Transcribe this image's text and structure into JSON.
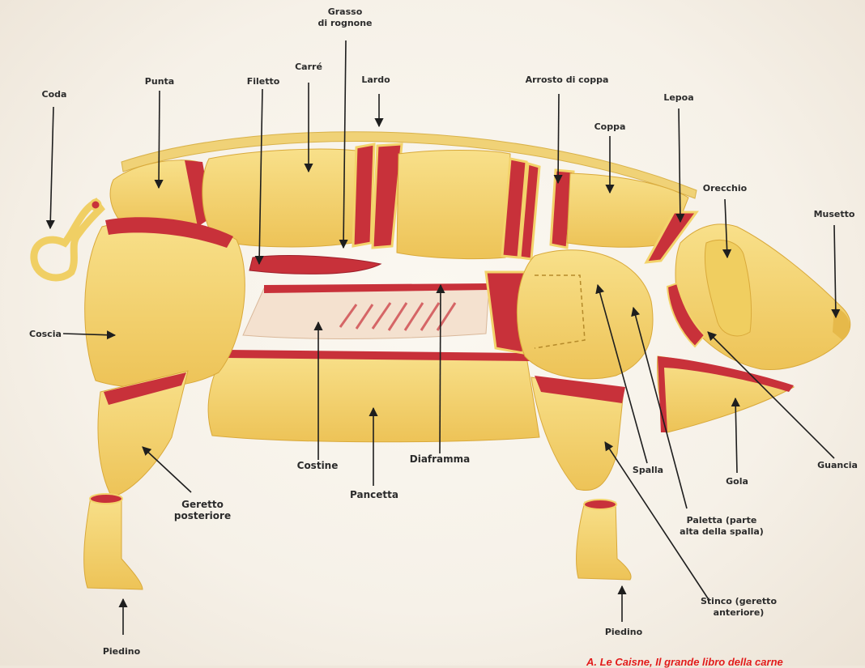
{
  "labels": {
    "grasso": "Grasso\ndi rognone",
    "carre": "Carré",
    "lardo": "Lardo",
    "coda": "Coda",
    "punta": "Punta",
    "filetto": "Filetto",
    "arrosto": "Arrosto di coppa",
    "lepoa": "Lepoa",
    "coppa": "Coppa",
    "orecchio": "Orecchio",
    "musetto": "Musetto",
    "coscia": "Coscia",
    "guancia": "Guancia",
    "gola": "Gola",
    "costine": "Costine",
    "diaframma": "Diaframma",
    "spalla": "Spalla",
    "geretto_post": "Geretto\nposteriore",
    "pancetta": "Pancetta",
    "paletta": "Paletta (parte\nalta della spalla)",
    "stinco": "Stinco (geretto\nanteriore)",
    "piedino_front": "Piedino",
    "piedino_rear": "Piedino"
  },
  "credit": "A. Le Caisne, Il grande libro della carne",
  "colors": {
    "fat": "#f3d36b",
    "fat_dark": "#e6b94a",
    "meat": "#c8313a",
    "meat_dark": "#9e1f2a",
    "outline": "#d9a93a"
  }
}
